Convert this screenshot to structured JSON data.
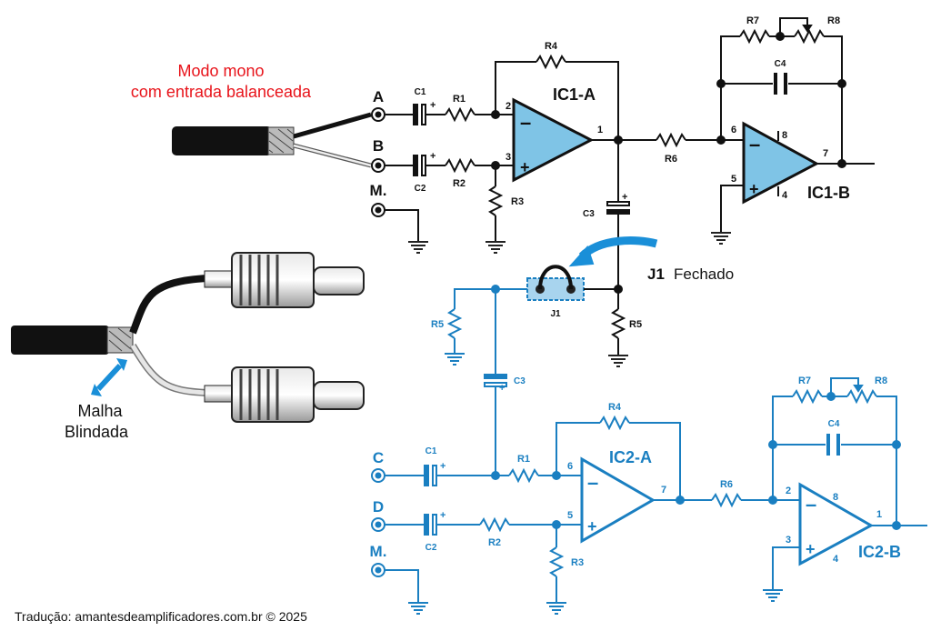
{
  "annotations": {
    "mode_title_line1": "Modo mono",
    "mode_title_line2": "com entrada balanceada",
    "jumper_state": "Fechado",
    "shield_line1": "Malha",
    "shield_line2": "Blindada",
    "credit": "Tradução: amantesdeamplificadores.com.br © 2025"
  },
  "inputs_top": {
    "a": "A",
    "b": "B",
    "m": "M."
  },
  "inputs_bottom": {
    "c": "C",
    "d": "D",
    "m": "M."
  },
  "ic1a": {
    "name": "IC1-A",
    "pin_inv": "2",
    "pin_noninv": "3",
    "pin_out": "1",
    "c1": "C1",
    "c2": "C2",
    "r1": "R1",
    "r2": "R2",
    "r3": "R3",
    "r4": "R4"
  },
  "ic1b": {
    "name": "IC1-B",
    "pin_inv": "6",
    "pin_noninv": "5",
    "pin_out": "7",
    "pin_vcc": "8",
    "pin_gnd": "4",
    "r6": "R6",
    "r7": "R7",
    "r8": "R8",
    "c4": "C4"
  },
  "mid": {
    "c3": "C3",
    "j1": "J1",
    "j1_caption": "J1",
    "r5_right": "R5",
    "r5_left": "R5",
    "c3_blue": "C3"
  },
  "ic2a": {
    "name": "IC2-A",
    "pin_inv": "6",
    "pin_noninv": "5",
    "pin_out": "7",
    "c1": "C1",
    "c2": "C2",
    "r1": "R1",
    "r2": "R2",
    "r3": "R3",
    "r4": "R4"
  },
  "ic2b": {
    "name": "IC2-B",
    "pin_inv": "2",
    "pin_noninv": "3",
    "pin_out": "1",
    "pin_vcc": "8",
    "pin_gnd": "4",
    "r6": "R6",
    "r7": "R7",
    "r8": "R8",
    "c4": "C4"
  },
  "colors": {
    "black_wire": "#111111",
    "blue_wire": "#1a7fc1",
    "opamp_fill": "#7fc4e6",
    "title_red": "#e8141b",
    "arrow_blue": "#1a8fd8"
  }
}
